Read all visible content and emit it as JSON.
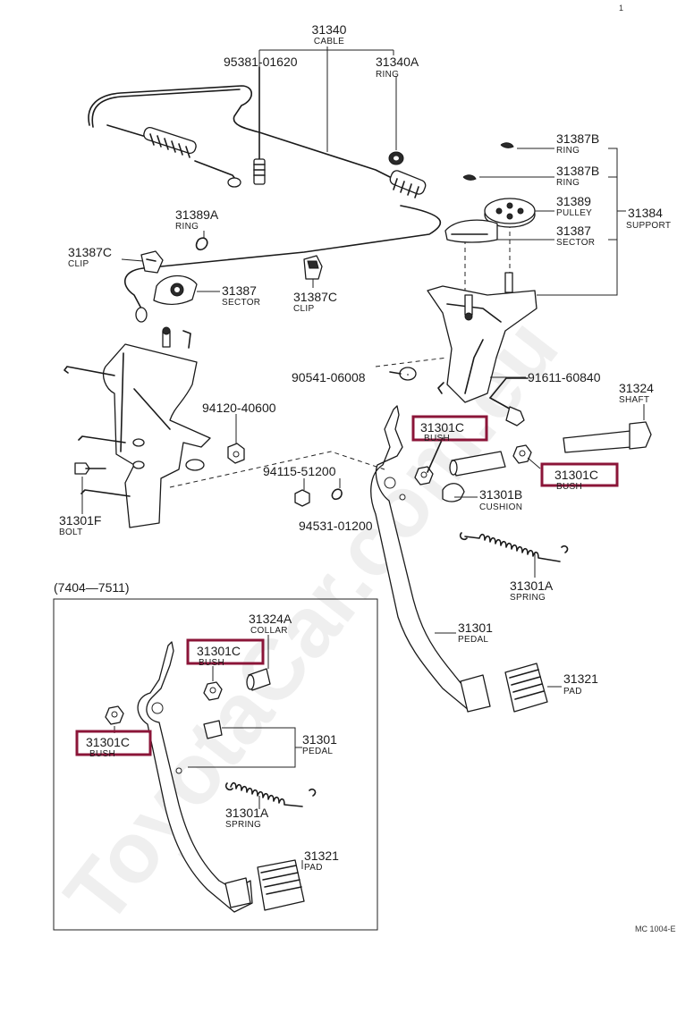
{
  "diagram": {
    "corner_mark": "1",
    "inset_title": "(7404—7511)",
    "footer_code": "MC 1004-E",
    "watermark": "ToyotaCar.com.eu",
    "highlight_color": "#8b1538",
    "labels": {
      "cable": {
        "num": "31340",
        "name": "CABLE"
      },
      "bolt95381": {
        "num": "95381-01620"
      },
      "ring31340a": {
        "num": "31340A",
        "name": "RING"
      },
      "ring31387b_1": {
        "num": "31387B",
        "name": "RING"
      },
      "ring31387b_2": {
        "num": "31387B",
        "name": "RING"
      },
      "pulley": {
        "num": "31389",
        "name": "PULLEY"
      },
      "support": {
        "num": "31384",
        "name": "SUPPORT"
      },
      "sector_r": {
        "num": "31387",
        "name": "SECTOR"
      },
      "ring31389a": {
        "num": "31389A",
        "name": "RING"
      },
      "clip_l": {
        "num": "31387C",
        "name": "CLIP"
      },
      "sector_l": {
        "num": "31387",
        "name": "SECTOR"
      },
      "clip_m": {
        "num": "31387C",
        "name": "CLIP"
      },
      "pin90541": {
        "num": "90541-06008"
      },
      "bolt91611": {
        "num": "91611-60840"
      },
      "shaft": {
        "num": "31324",
        "name": "SHAFT"
      },
      "nut94120": {
        "num": "94120-40600"
      },
      "bush_a": {
        "num": "31301C",
        "name": "BUSH"
      },
      "bush_b": {
        "num": "31301C",
        "name": "BUSH"
      },
      "nut94115": {
        "num": "94115-51200"
      },
      "cushion": {
        "num": "31301B",
        "name": "CUSHION"
      },
      "washer94531": {
        "num": "94531-01200"
      },
      "bolt31301f": {
        "num": "31301F",
        "name": "BOLT"
      },
      "spring_r": {
        "num": "31301A",
        "name": "SPRING"
      },
      "pedal_r": {
        "num": "31301",
        "name": "PEDAL"
      },
      "pad_r": {
        "num": "31321",
        "name": "PAD"
      },
      "collar": {
        "num": "31324A",
        "name": "COLLAR"
      },
      "bush_c": {
        "num": "31301C",
        "name": "BUSH"
      },
      "bush_d": {
        "num": "31301C",
        "name": "BUSH"
      },
      "pedal_i": {
        "num": "31301",
        "name": "PEDAL"
      },
      "spring_i": {
        "num": "31301A",
        "name": "SPRING"
      },
      "pad_i": {
        "num": "31321",
        "name": "PAD"
      }
    }
  }
}
